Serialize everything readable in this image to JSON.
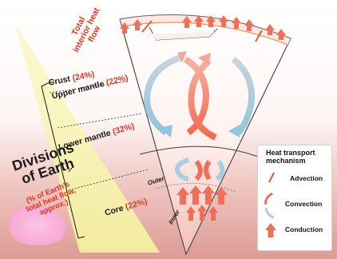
{
  "diagram": {
    "total_heat_flow": "Total interior heat flow",
    "layers": {
      "crust": {
        "name": "Crust",
        "percent": "(24%)"
      },
      "upper_mantle": {
        "name": "Upper mantle",
        "percent": "(22%)"
      },
      "lower_mantle": {
        "name": "Lower mantle",
        "percent": "(32%)"
      },
      "outer": "Outer",
      "core": {
        "name": "Core",
        "percent": "(22%)"
      },
      "inner": "Inner"
    },
    "divisions": {
      "title": "Divisions of Earth",
      "subtitle": "(% of Earth's total heat flow, approx.)"
    },
    "legend": {
      "title": "Heat transport mechanism",
      "advection": "Advection",
      "convection": "Convection",
      "conduction": "Conduction"
    },
    "colors": {
      "conduction": "#ef6f58",
      "convection_cool": "#a7cfe0",
      "heat_text": "#e03423",
      "arrow_yellow": "#f7f3a7"
    }
  }
}
